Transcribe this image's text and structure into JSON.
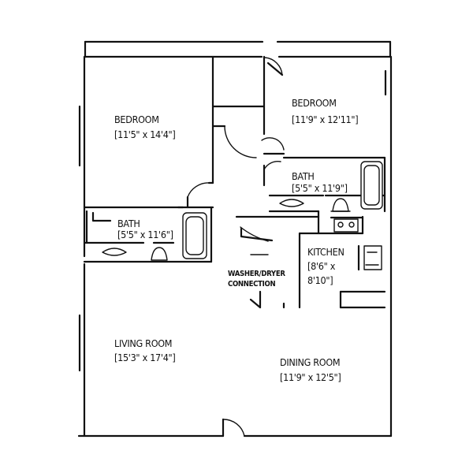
{
  "rooms": {
    "bedroom_left": {
      "name": "BEDROOM",
      "size": "[11'5\" x 14'4\"]"
    },
    "bedroom_right": {
      "name": "BEDROOM",
      "size": "[11'9\" x 12'11\"]"
    },
    "bath_upper": {
      "name": "BATH",
      "size": "[5'5\" x 11'9\"]"
    },
    "bath_lower": {
      "name": "BATH",
      "size": "[5'5\" x 11'6\"]"
    },
    "kitchen": {
      "name": "KITCHEN",
      "size_line1": "[8'6\" x",
      "size_line2": "8'10\"]"
    },
    "laundry": {
      "line1": "WASHER/DRYER",
      "line2": "CONNECTION"
    },
    "living": {
      "name": "LIVING ROOM",
      "size": "[15'3\" x 17'4\"]"
    },
    "dining": {
      "name": "DINING ROOM",
      "size": "[11'9\" x 12'5\"]"
    }
  },
  "style": {
    "line_color": "#111111",
    "background": "#ffffff"
  }
}
